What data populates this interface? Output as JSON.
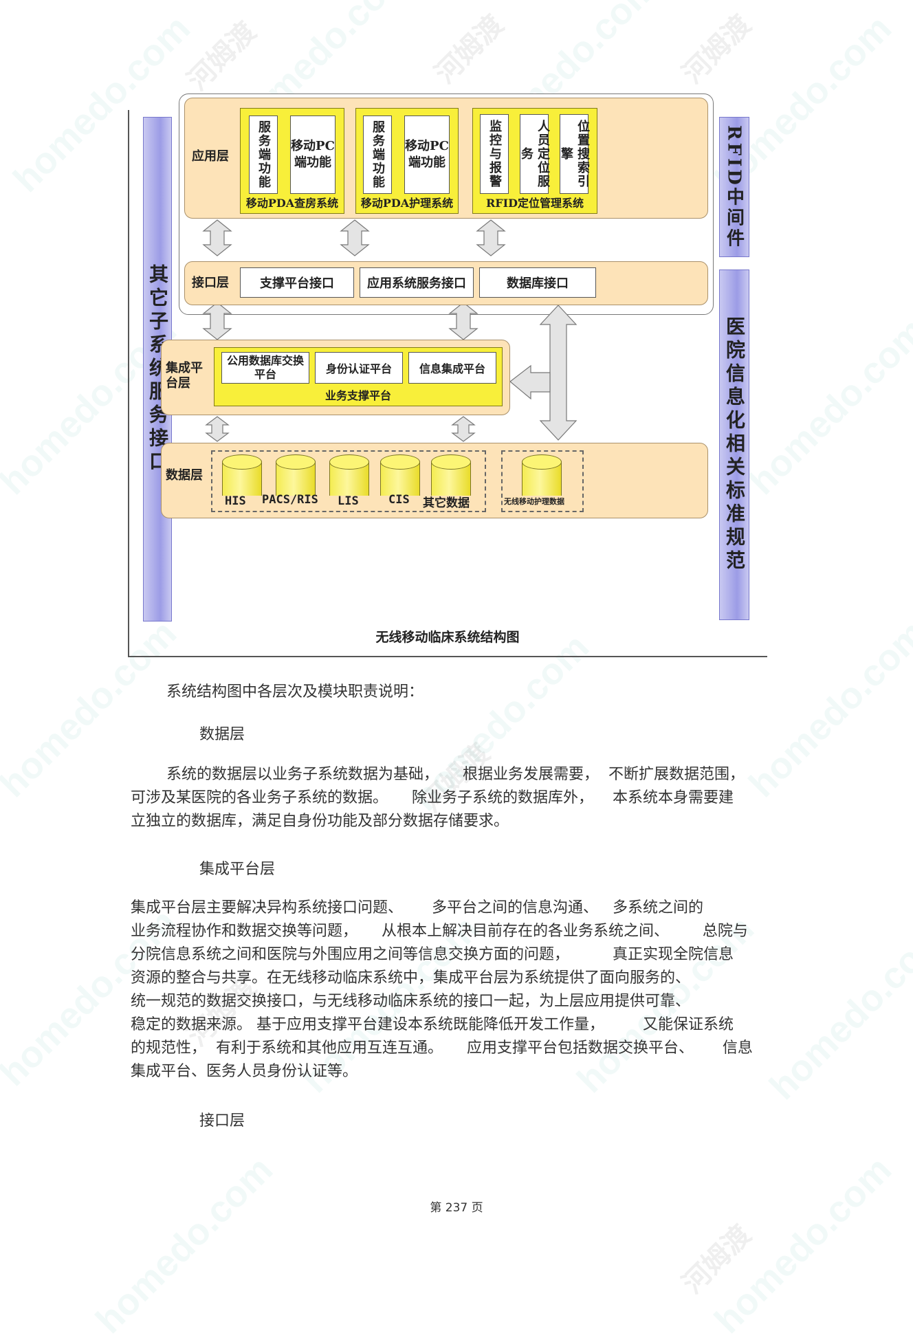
{
  "diagram": {
    "caption": "无线移动临床系统结构图",
    "left_bar": "其它子系统服务接口",
    "right_bar_top": "RFID中间件",
    "right_bar_bottom": "医院信息化相关标准规范",
    "app_layer": {
      "label": "应用层",
      "systems": [
        {
          "title": "移动PDA查房系统",
          "functions": [
            "服务端功能",
            "移动PC端功能"
          ]
        },
        {
          "title": "移动PDA护理系统",
          "functions": [
            "服务端功能",
            "移动PC端功能"
          ]
        },
        {
          "title": "RFID定位管理系统",
          "functions": [
            "监控与报警",
            "人员定位服务",
            "位置搜索引擎"
          ]
        }
      ]
    },
    "interface_layer": {
      "label": "接口层",
      "items": [
        "支撑平台接口",
        "应用系统服务接口",
        "数据库接口"
      ]
    },
    "integration_layer": {
      "label": "集成平台层",
      "platform_title": "业务支撑平台",
      "items": [
        "公用数据库交换平台",
        "身份认证平台",
        "信息集成平台"
      ]
    },
    "data_layer": {
      "label": "数据层",
      "databases": [
        "HIS",
        "PACS/RIS",
        "LIS",
        "CIS",
        "其它数据"
      ],
      "wireless_db": "无线移动护理数据"
    }
  },
  "body": {
    "intro": "系统结构图中各层次及模块职责说明：",
    "sections": [
      {
        "heading": "数据层",
        "lines": [
          "系统的数据层以业务子系统数据为基础，     根据业务发展需要，  不断扩展数据范围，",
          "可涉及某医院的各业务子系统的数据。     除业务子系统的数据库外，    本系统本身需要建",
          "立独立的数据库，满足自身份功能及部分数据存储要求。"
        ]
      },
      {
        "heading": "集成平台层",
        "lines": [
          "集成平台层主要解决异构系统接口问题、      多平台之间的信息沟通、   多系统之间的",
          "业务流程协作和数据交换等问题，     从根本上解决目前存在的各业务系统之间、       总院与",
          "分院信息系统之间和医院与外围应用之间等信息交换方面的问题，         真正实现全院信息",
          "资源的整合与共享。在无线移动临床系统中，集成平台层为系统提供了面向服务的、",
          "统一规范的数据交换接口，与无线移动临床系统的接口一起，为上层应用提供可靠、",
          "稳定的数据来源。 基于应用支撑平台建设本系统既能降低开发工作量，        又能保证系统",
          "的规范性，  有利于系统和其他应用互连互通。     应用支撑平台包括数据交换平台、      信息",
          "集成平台、医务人员身份认证等。"
        ]
      },
      {
        "heading": "接口层",
        "lines": []
      }
    ]
  },
  "footer": "第 237 页",
  "watermark": {
    "en": "homedo.com",
    "cn": "河姆渡"
  },
  "colors": {
    "layer_fill": "#fde3b8",
    "system_fill": "#f8ef3a",
    "bar_fill": "#9c9ce6",
    "arrow_fill": "#e4e4e4"
  }
}
